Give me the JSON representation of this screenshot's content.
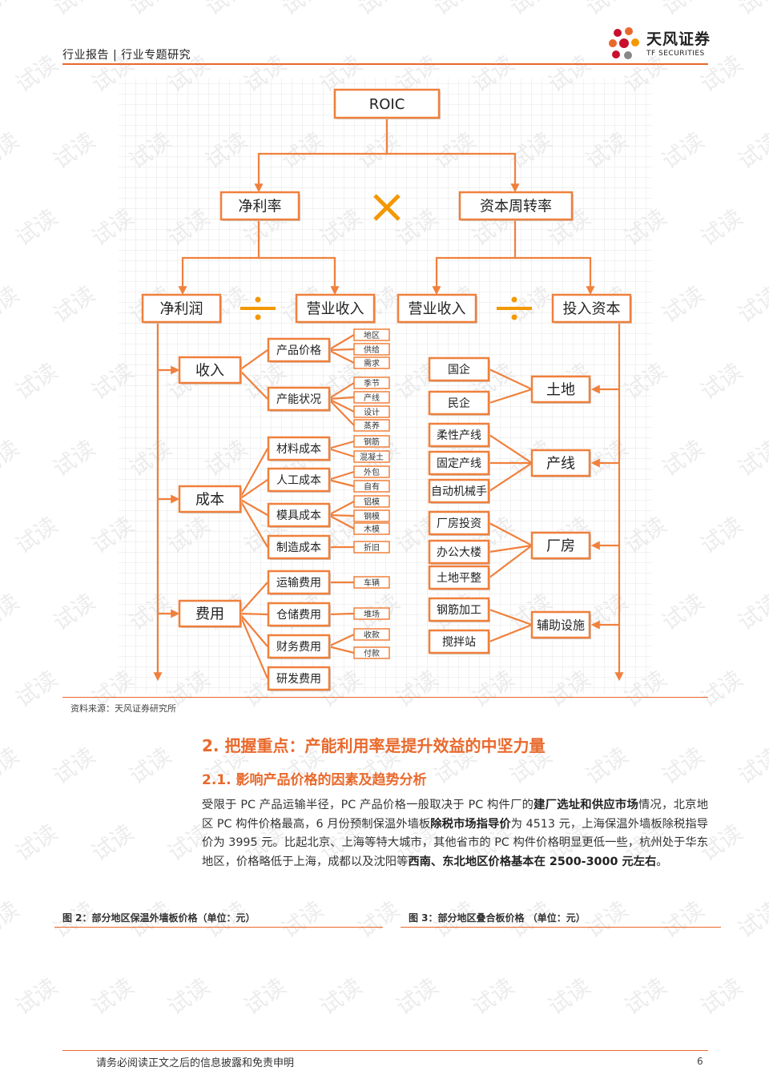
{
  "header": {
    "left": "行业报告 | 行业专题研究",
    "logo_cn": "天风证券",
    "logo_en": "TF SECURITIES",
    "accent": "#e9692c"
  },
  "diagram": {
    "roic": "ROIC",
    "level1": [
      "净利率",
      "资本周转率"
    ],
    "level2": [
      "净利润",
      "营业收入",
      "营业收入",
      "投入资本"
    ],
    "left_groups": [
      {
        "label": "收入",
        "children": [
          {
            "label": "产品价格",
            "leaves": [
              "地区",
              "供给",
              "需求"
            ]
          },
          {
            "label": "产能状况",
            "leaves": [
              "季节",
              "产线",
              "设计",
              "蒸养"
            ]
          }
        ]
      },
      {
        "label": "成本",
        "children": [
          {
            "label": "材料成本",
            "leaves": [
              "钢筋",
              "混凝土"
            ]
          },
          {
            "label": "人工成本",
            "leaves": [
              "外包",
              "自有"
            ]
          },
          {
            "label": "模具成本",
            "leaves": [
              "铝模",
              "钢模",
              "木模"
            ]
          },
          {
            "label": "制造成本",
            "leaves": [
              "折旧"
            ]
          }
        ]
      },
      {
        "label": "费用",
        "children": [
          {
            "label": "运输费用",
            "leaves": [
              "车辆"
            ]
          },
          {
            "label": "仓储费用",
            "leaves": [
              "堆场"
            ]
          },
          {
            "label": "财务费用",
            "leaves": [
              "收款",
              "付款"
            ]
          },
          {
            "label": "研发费用",
            "leaves": []
          }
        ]
      }
    ],
    "right_groups": [
      {
        "label": "土地",
        "children": [
          "国企",
          "民企"
        ]
      },
      {
        "label": "产线",
        "children": [
          "柔性产线",
          "固定产线",
          "自动机械手"
        ]
      },
      {
        "label": "厂房",
        "children": [
          "厂房投资",
          "办公大楼",
          "土地平整"
        ]
      },
      {
        "label": "辅助设施",
        "children": [
          "钢筋加工",
          "搅拌站"
        ]
      }
    ]
  },
  "source": "资料来源：天风证券研究所",
  "section": {
    "h2": "2. 把握重点：产能利用率是提升效益的中坚力量",
    "h3": "2.1. 影响产品价格的因素及趋势分析",
    "p1": "受限于 PC 产品运输半径，PC 产品价格一般取决于 PC 构件厂的",
    "p1b": "建厂选址和供应市场",
    "p2": "情况，北京地区 PC 构件价格最高，6 月份预制保温外墙板",
    "p2b": "除税市场指导价",
    "p3": "为 4513 元，上海保温外墙板除税指导价为 3995 元。比起北京、上海等特大城市，其他省市的 PC 构件价格明显更低一些，杭州处于华东地区，价格略低于上海，成都以及沈阳等",
    "p3b": "西南、东北地区价格基本在 2500-3000 元左右",
    "p4": "。"
  },
  "figures": {
    "fig2": "图 2：部分地区保温外墙板价格（单位：元）",
    "fig3": "图 3：部分地区叠合板价格 （单位：元）"
  },
  "footer": {
    "disclaimer": "请务必阅读正文之后的信息披露和免责申明",
    "page": "6"
  },
  "watermark": "试读"
}
